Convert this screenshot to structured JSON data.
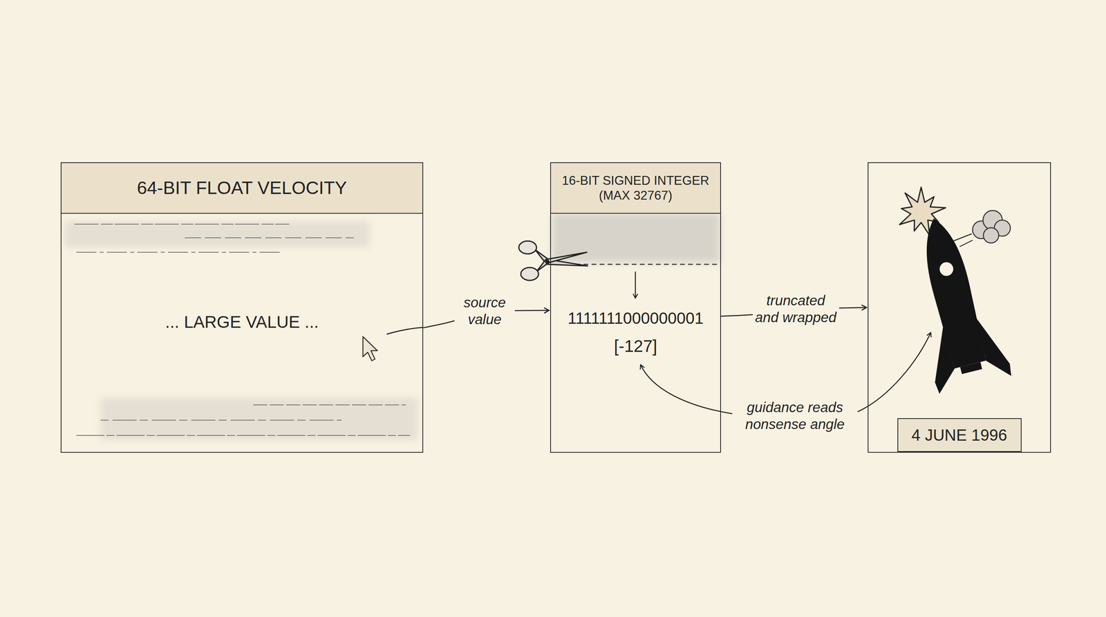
{
  "diagram": {
    "nodes": [
      {
        "text": [
          "64-BIT FLOAT VELOCITY",
          "... LARGE VALUE ..."
        ]
      },
      {
        "text": [
          "16-BIT SIGNED INTEGER (MAX 32767)",
          "1111111000000001",
          "[-127]"
        ]
      },
      {
        "text": [
          "4 JUNE 1996"
        ]
      }
    ],
    "edges": [
      {
        "from": 0,
        "to": 1,
        "label": "source value",
        "arrow": "to"
      },
      {
        "from": 1,
        "to": 2,
        "label": "truncated and wrapped",
        "arrow": "to"
      }
    ],
    "labels": [
      "guidance reads nonsense angle"
    ]
  }
}
